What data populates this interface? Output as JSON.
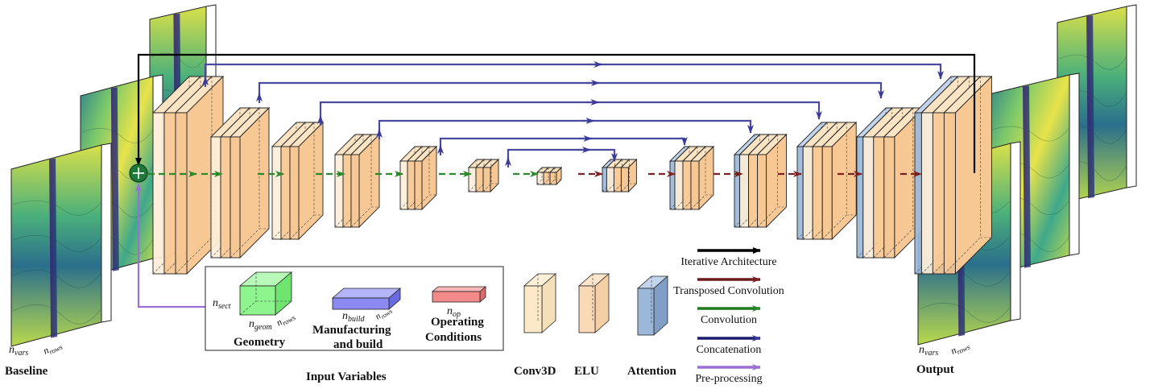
{
  "labels": {
    "baseline": "Baseline",
    "output": "Output",
    "input_variables": "Input Variables",
    "geometry": "Geometry",
    "manufacturing_1": "Manufacturing",
    "manufacturing_2": "and build",
    "operating_1": "Operating",
    "operating_2": "Conditions",
    "conv3d": "Conv3D",
    "elu": "ELU",
    "attention": "Attention"
  },
  "symbols": {
    "n_vars_base": "n",
    "n_vars_sub": "vars",
    "n_rows_base": "n",
    "n_rows_sub": "rows",
    "n_sect_base": "n",
    "n_sect_sub": "sect",
    "n_geom_base": "n",
    "n_geom_sub": "geom",
    "n_build_base": "n",
    "n_build_sub": "build",
    "n_op_base": "n",
    "n_op_sub": "op"
  },
  "legend": [
    {
      "label": "Iterative Architecture",
      "color": "#000000"
    },
    {
      "label": "Transposed Convolution",
      "color": "#6b1a1a"
    },
    {
      "label": "Convolution",
      "color": "#1f7a1f"
    },
    {
      "label": "Concatenation",
      "color": "#1c1c6e"
    },
    {
      "label": "Pre-processing",
      "color": "#9a6fd6"
    }
  ],
  "colors": {
    "block_fill": "#f7c894",
    "block_light": "#fbe4c4",
    "attention_fill": "#9bb8d9",
    "skip_arrow": "#4a4aa0",
    "geometry_fill": "#8ef58e",
    "build_fill": "#8a8af2",
    "op_fill": "#f28a8a",
    "plus_node": "#1f7a3a"
  },
  "icons": [
    "plus-node-icon",
    "field-map-icon"
  ]
}
